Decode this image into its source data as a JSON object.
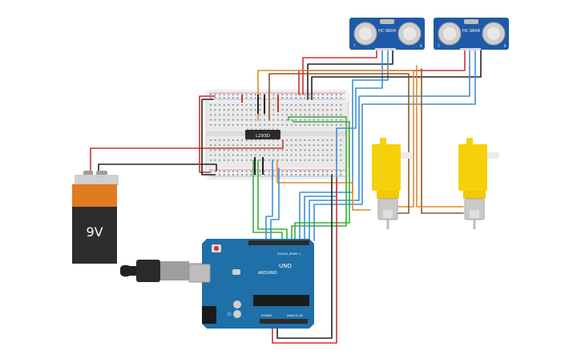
{
  "battery": {
    "voltage_label": "9V"
  },
  "sensors": [
    {
      "model": "HC-SR04",
      "pin_left": "T",
      "pin_right": "R"
    },
    {
      "model": "HC-SR04",
      "pin_left": "T",
      "pin_right": "R"
    }
  ],
  "driver_chip": {
    "label": "L293D"
  },
  "arduino": {
    "brand": "ARDUINO",
    "model": "UNO",
    "digital_header": "DIGITAL (PWM~)",
    "power_header": "POWER",
    "analog_header": "ANALOG IN"
  },
  "colors": {
    "wire_red": "#d32f2f",
    "wire_black": "#222222",
    "wire_orange": "#e08a2c",
    "wire_brown": "#8b5a2b",
    "wire_blue": "#3d8fd6",
    "wire_green": "#3cae3c",
    "wire_gray": "#777777",
    "board_blue": "#1f6fa8",
    "sensor_blue": "#1e5aa8",
    "motor_yellow": "#f5d10a",
    "battery_orange": "#e07b1f"
  }
}
